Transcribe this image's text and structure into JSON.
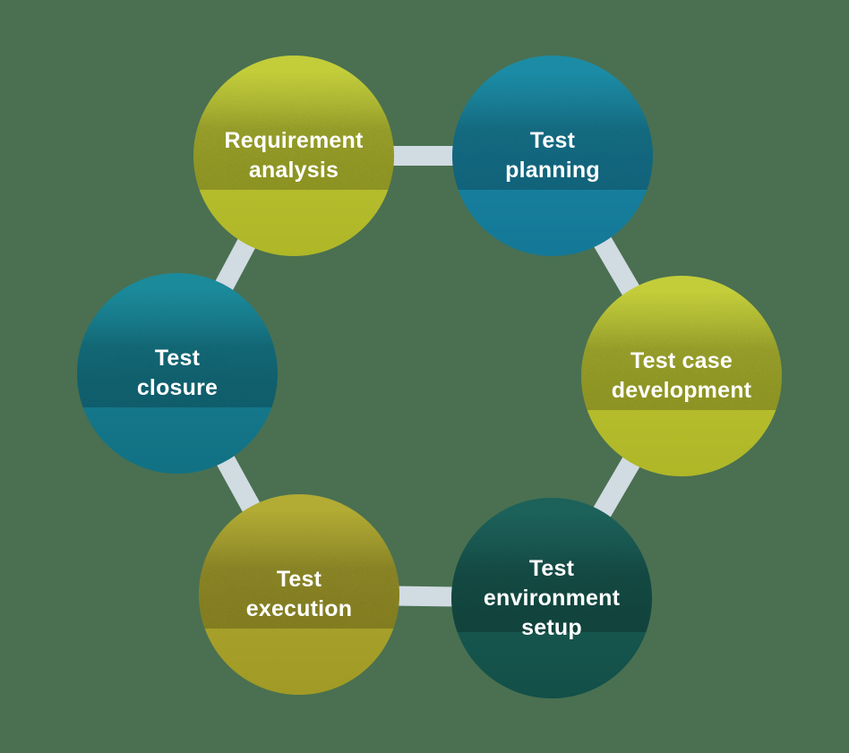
{
  "diagram": {
    "name": "testing-cycle-diagram",
    "background_color": "#4A7051",
    "connector_color": "#D1DBE2",
    "text_color": "#FFFFFF",
    "steps": [
      {
        "id": "requirement-analysis",
        "label": "Requirement\nanalysis",
        "colors": {
          "top": "#C3CD3A",
          "base": "#B6BE2E",
          "bottom": "#AFB728"
        }
      },
      {
        "id": "test-planning",
        "label": "Test\nplanning",
        "colors": {
          "top": "#1C8CA6",
          "base": "#17809E",
          "bottom": "#147897"
        }
      },
      {
        "id": "test-case-development",
        "label": "Test case\ndevelopment",
        "colors": {
          "top": "#C3CD3A",
          "base": "#B6BE2E",
          "bottom": "#AFB728"
        }
      },
      {
        "id": "test-environment-setup",
        "label": "Test\nenvironment\nsetup",
        "colors": {
          "top": "#1C615A",
          "base": "#17584F",
          "bottom": "#124F48"
        }
      },
      {
        "id": "test-execution",
        "label": "Test\nexecution",
        "colors": {
          "top": "#B2AB34",
          "base": "#A8A12B",
          "bottom": "#A19A25"
        }
      },
      {
        "id": "test-closure",
        "label": "Test\nclosure",
        "colors": {
          "top": "#1B8A9B",
          "base": "#15798B",
          "bottom": "#127184"
        }
      }
    ]
  }
}
